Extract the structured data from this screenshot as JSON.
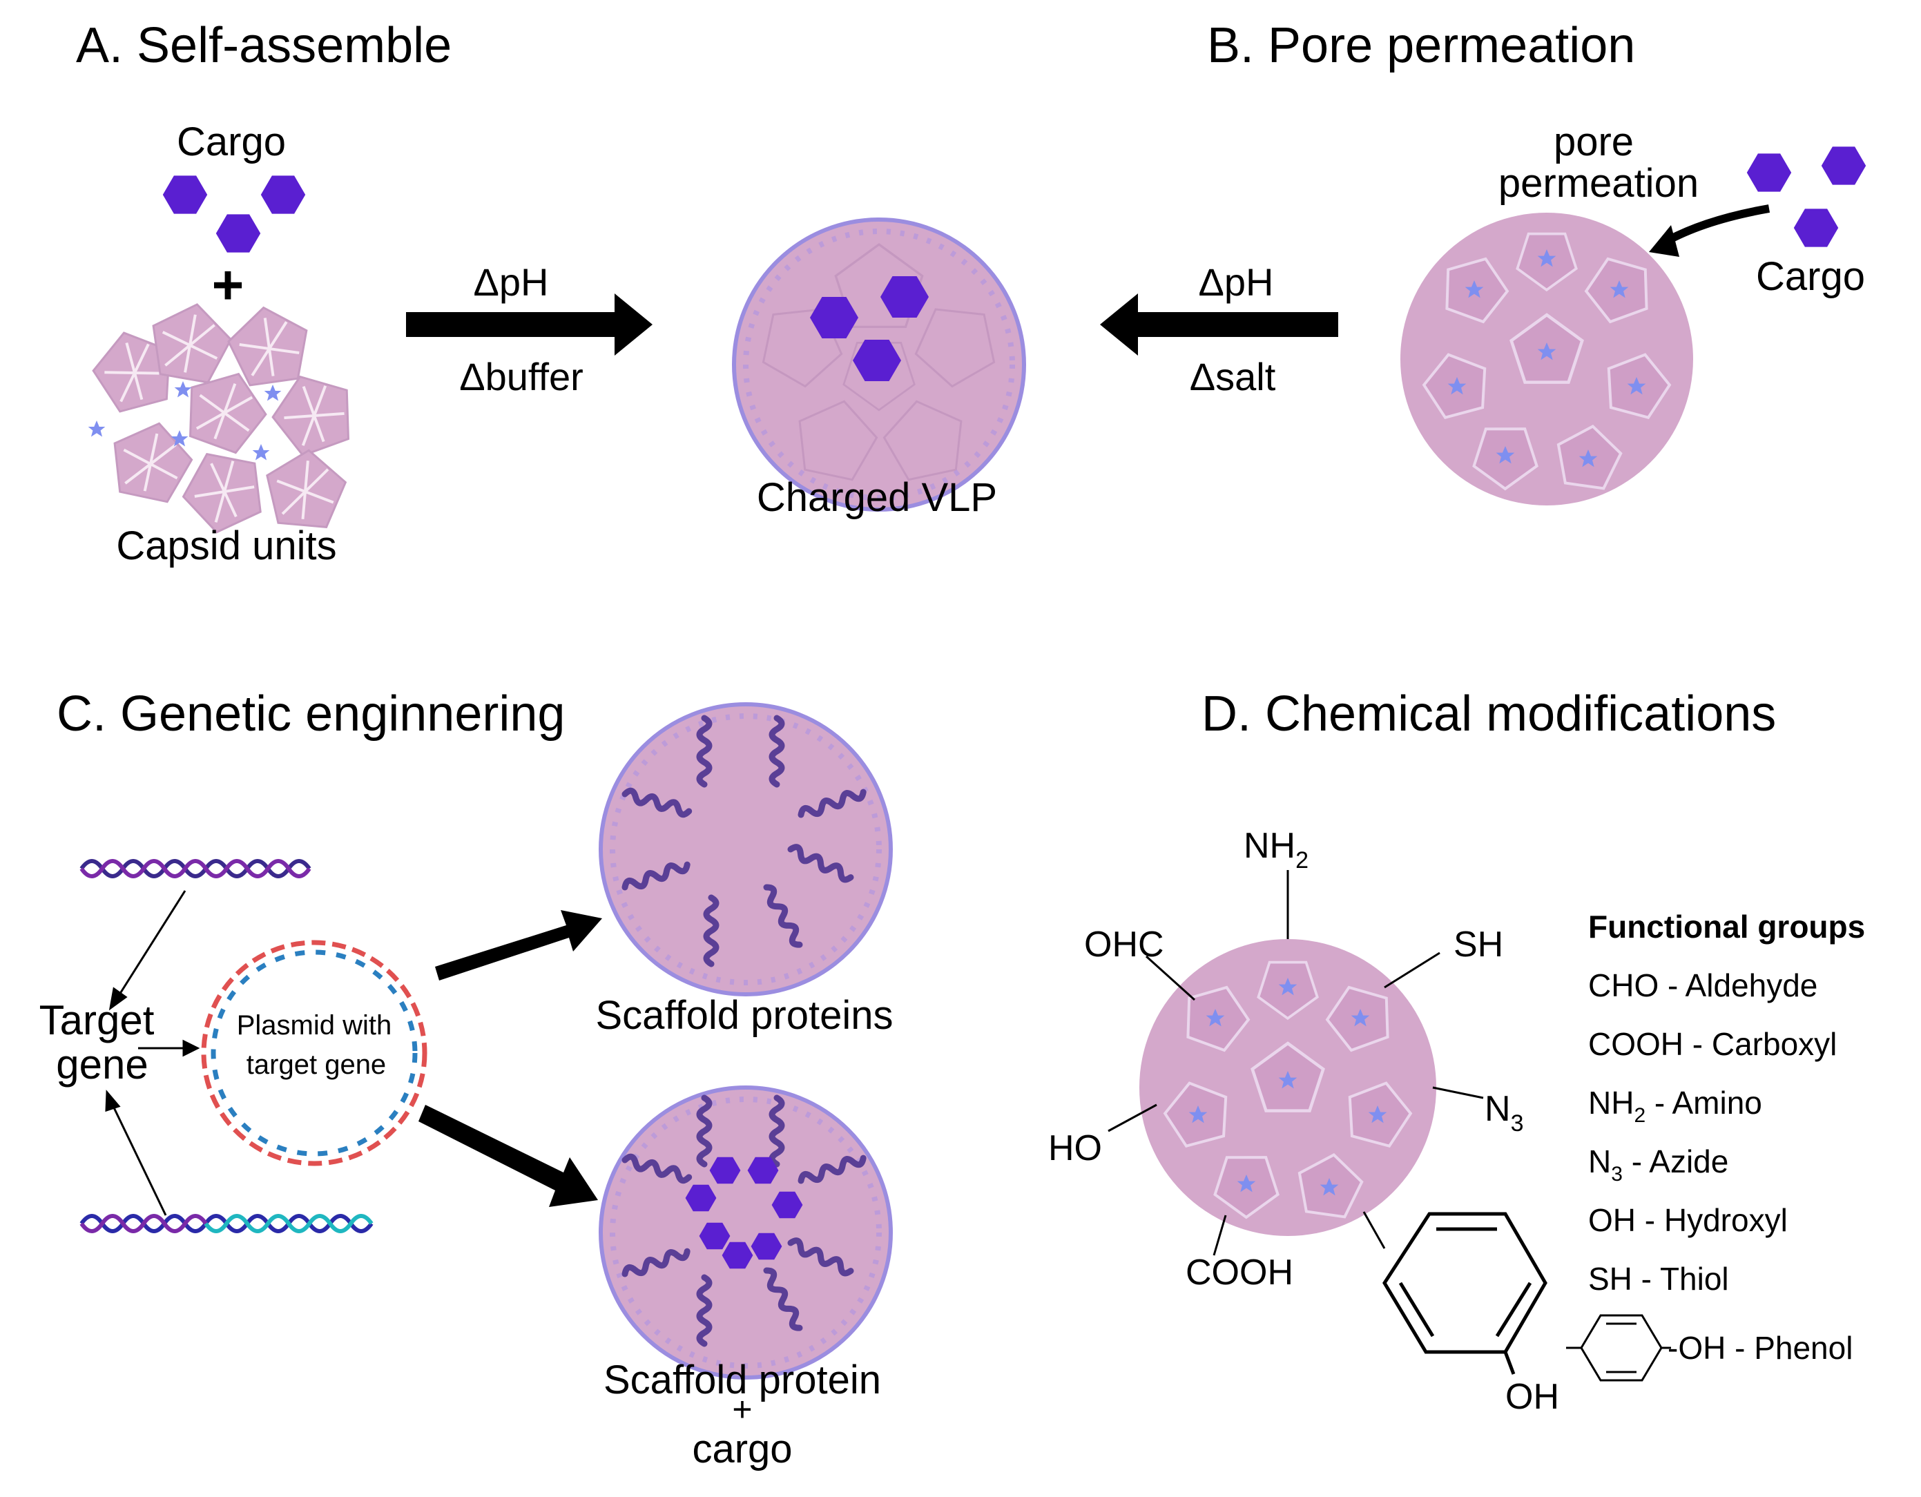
{
  "panels": {
    "a": {
      "title": "A. Self-assemble",
      "cargo_label": "Cargo",
      "plus": "+",
      "units_label": "Capsid units",
      "arrow_top": "ΔpH",
      "arrow_bottom": "Δbuffer"
    },
    "center": {
      "vlp_label": "Charged VLP"
    },
    "b": {
      "title": "B. Pore permeation",
      "pore_line1": "pore",
      "pore_line2": "permeation",
      "cargo_label": "Cargo",
      "arrow_top": "ΔpH",
      "arrow_bottom": "Δsalt"
    },
    "c": {
      "title": "C. Genetic enginnering",
      "target_line1": "Target",
      "target_line2": "gene",
      "plasmid_line1": "Plasmid with",
      "plasmid_line2": "target gene",
      "scaffold_label": "Scaffold proteins",
      "scaffold_cargo_line1": "Scaffold protein",
      "scaffold_cargo_plus": "+",
      "scaffold_cargo_line2": "cargo"
    },
    "d": {
      "title": "D. Chemical modifications",
      "groups": {
        "nh2_main": "NH",
        "nh2_sub": "2",
        "ohc": "OHC",
        "sh": "SH",
        "n3_main": "N",
        "n3_sub": "3",
        "ho": "HO",
        "cooh": "COOH",
        "ring_oh": "OH"
      },
      "legend": {
        "heading": "Functional groups",
        "cho": "CHO - Aldehyde",
        "cooh": "COOH - Carboxyl",
        "nh2_main": "NH",
        "nh2_sub": "2",
        "nh2_rest": " - Amino",
        "n3_main": "N",
        "n3_sub": "3",
        "n3_rest": " - Azide",
        "oh": "OH - Hydroxyl",
        "sh": "SH - Thiol",
        "phenol": "-OH - Phenol"
      }
    }
  },
  "colors": {
    "capsid": "#d4a8cb",
    "capsid_edge": "#b98fb5",
    "outline": "#9b8de0",
    "cargo": "#5a1fd1",
    "star": "#7f8ff0",
    "scaffold": "#5a3f96",
    "dna_red": "#e05050",
    "dna_blue": "#2a7fc0"
  }
}
